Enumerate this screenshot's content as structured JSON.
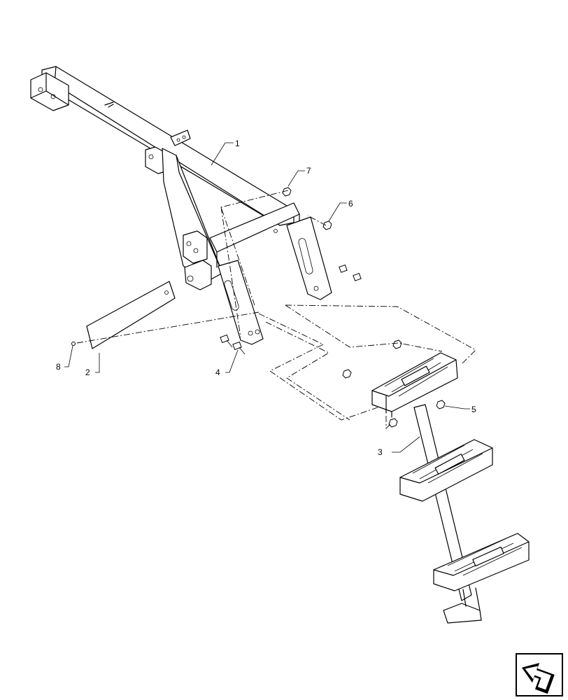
{
  "callouts": [
    {
      "id": "1",
      "label": "1"
    },
    {
      "id": "2",
      "label": "2"
    },
    {
      "id": "3",
      "label": "3"
    },
    {
      "id": "4",
      "label": "4"
    },
    {
      "id": "5",
      "label": "5"
    },
    {
      "id": "6",
      "label": "6"
    },
    {
      "id": "7",
      "label": "7"
    },
    {
      "id": "8",
      "label": "8"
    }
  ],
  "nav_icon": "next-page-arrow-icon"
}
